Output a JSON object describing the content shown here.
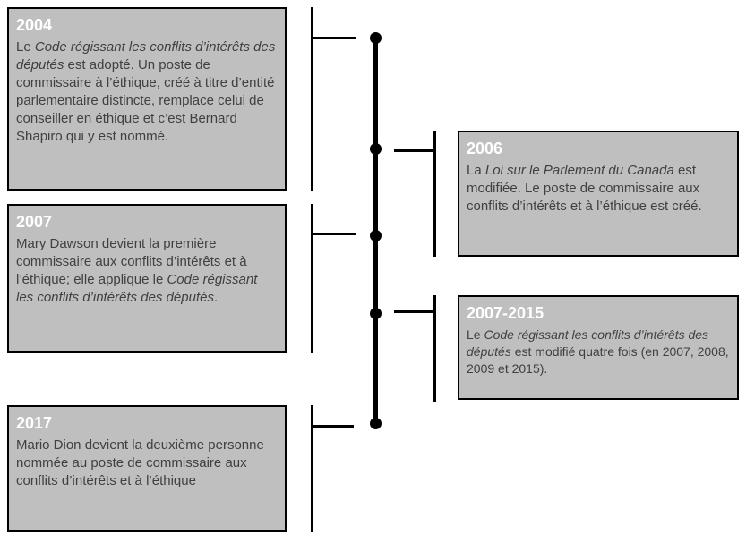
{
  "colors": {
    "page_bg": "#ffffff",
    "box_bg": "#bfbfbf",
    "box_border": "#000000",
    "year_color": "#ffffff",
    "text_color": "#404040",
    "line_color": "#000000"
  },
  "timeline": {
    "events": [
      {
        "year": "2004",
        "side": "left",
        "segments": [
          {
            "text": "Le ",
            "italic": false
          },
          {
            "text": "Code régissant les conflits d’intérêts des députés",
            "italic": true
          },
          {
            "text": " est adopté. Un poste de commissaire à l’éthique, créé à titre d’entité parlementaire distincte, remplace celui de conseiller en éthique et c’est Bernard Shapiro qui y est nommé.",
            "italic": false
          }
        ]
      },
      {
        "year": "2006",
        "side": "right",
        "segments": [
          {
            "text": "La ",
            "italic": false
          },
          {
            "text": "Loi sur le Parlement du Canada",
            "italic": true
          },
          {
            "text": " est modifiée. Le poste de commissaire aux conflits d’intérêts et à l’éthique est créé.",
            "italic": false
          }
        ]
      },
      {
        "year": "2007",
        "side": "left",
        "segments": [
          {
            "text": "Mary Dawson devient la première commissaire aux conflits d’intérêts et à l’éthique; elle applique le ",
            "italic": false
          },
          {
            "text": "Code régissant les conflits d’intérêts des députés",
            "italic": true
          },
          {
            "text": ".",
            "italic": false
          }
        ]
      },
      {
        "year": "2007-2015",
        "side": "right",
        "segments": [
          {
            "text": "Le ",
            "italic": false
          },
          {
            "text": "Code régissant les conflits d’intérêts des députés",
            "italic": true
          },
          {
            "text": " est modifié quatre fois (en 2007, 2008, 2009 et 2015).",
            "italic": false
          }
        ]
      },
      {
        "year": "2017",
        "side": "left",
        "segments": [
          {
            "text": "Mario Dion devient la deuxième personne nommée au poste de commissaire aux conflits d’intérêts et à l’éthique",
            "italic": false
          }
        ]
      }
    ]
  }
}
